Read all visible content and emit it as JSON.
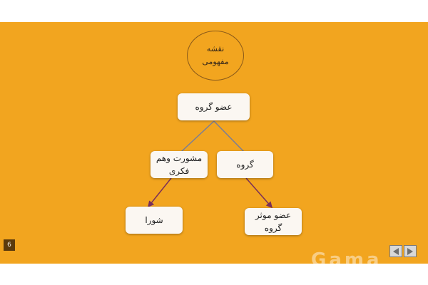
{
  "title": {
    "line1": "نقشه",
    "line2": "مفهومی"
  },
  "nodes": {
    "root": {
      "label": "عضو گروه"
    },
    "left": {
      "line1": "مشورت وهم",
      "line2": "فکری"
    },
    "right": {
      "label": "گروه"
    },
    "left_child": {
      "label": "شورا"
    },
    "right_child": {
      "line1": "عضو موثر",
      "line2": "گروه"
    }
  },
  "page_number": "6",
  "watermark": "Gama",
  "colors": {
    "background": "#f2a51f",
    "node_fill": "#fbf7f2",
    "connector_top": "#7a7d96",
    "connector_bottom": "#7a2f58"
  }
}
